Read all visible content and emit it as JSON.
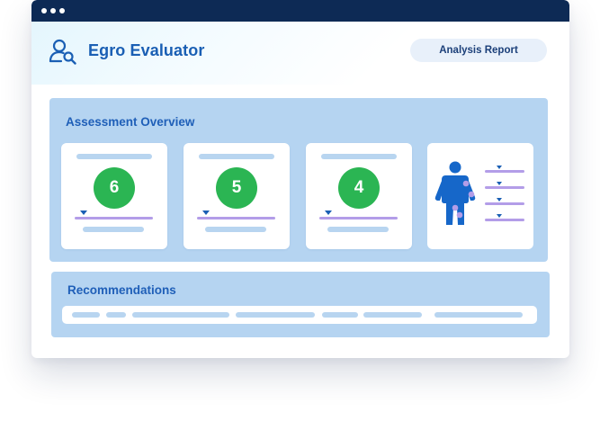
{
  "app": {
    "title": "Egro Evaluator",
    "report_button": "Analysis Report"
  },
  "overview": {
    "title": "Assessment Overview",
    "scores": [
      {
        "value": "6",
        "marker_level": 0.1
      },
      {
        "value": "5",
        "marker_level": 0.1
      },
      {
        "value": "4",
        "marker_level": 0.1
      }
    ],
    "body_map_icon": "person-body-icon"
  },
  "recommendations": {
    "title": "Recommendations"
  },
  "colors": {
    "titlebar": "#0d2a55",
    "accent": "#1a5fb4",
    "panel": "#b5d4f1",
    "score": "#2bb553",
    "level_line": "#b39de8",
    "body": "#1667c9",
    "joint": "#b39de8"
  }
}
